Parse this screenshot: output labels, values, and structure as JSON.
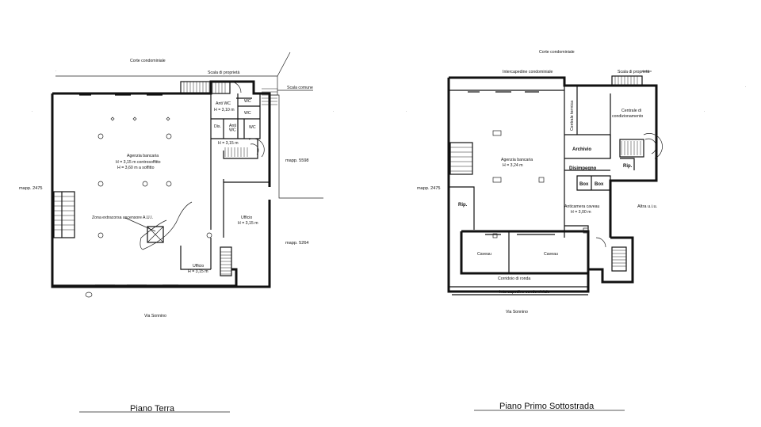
{
  "left_plan": {
    "top_label": "Corte condominiale",
    "scala_proprieta": "Scala di proprietà",
    "scala_comune": "Scala comune",
    "anti_wc": "Anti WC",
    "h_310": "H = 3,10 m",
    "wc1": "WC",
    "wc2": "WC",
    "dis": "Dis.",
    "anti_wc2": "Anti\nWC",
    "wc3": "WC",
    "h_315_hall": "H = 3,15 m",
    "agenzia_title": "Agenzia bancaria",
    "agenzia_h1": "H = 3,15 m controsoffitto",
    "agenzia_h2": "H = 3,60 m a soffitto",
    "zona": "Zona extracorsa ascensore A.U.I.",
    "ufficio_right": "Ufficio",
    "ufficio_right_h": "H = 3,15 m",
    "ufficio_small": "Ufficio",
    "ufficio_small_h": "H = 3,15 m",
    "mapp_left": "mapp. 2475",
    "mapp_5598": "mapp. 5598",
    "mapp_5264": "mapp. 5264",
    "bottom_label": "Via Sonnino",
    "caption": "Piano Terra"
  },
  "right_plan": {
    "top_label": "Corte condominiale",
    "intercapedine_top": "Intercapedine condominiale",
    "scala_proprieta": "Scala di proprietà",
    "centrale_termica": "Centrale termica",
    "centrale_cond_1": "Centrale di",
    "centrale_cond_2": "condizionamento",
    "archivio": "Archivio",
    "agenzia_title": "Agenzia bancaria",
    "agenzia_h": "H = 3,24 m",
    "disimpegno": "Disimpegno",
    "rip1": "Rip.",
    "box1": "Box",
    "box2": "Box",
    "anticamera_1": "Anticamera caveau",
    "anticamera_2": "H = 3,00 m",
    "rip2": "Rip.",
    "caveau1": "Caveau",
    "caveau2": "Caveau",
    "corridoio": "Corridoio di ronda",
    "intercapedine_bottom": "Intercapedine condominiale",
    "mapp_left": "mapp. 2475",
    "altra": "Altra u.i.u.",
    "bottom_label": "Via Sonnino",
    "caption": "Piano Primo Sottostrada"
  }
}
